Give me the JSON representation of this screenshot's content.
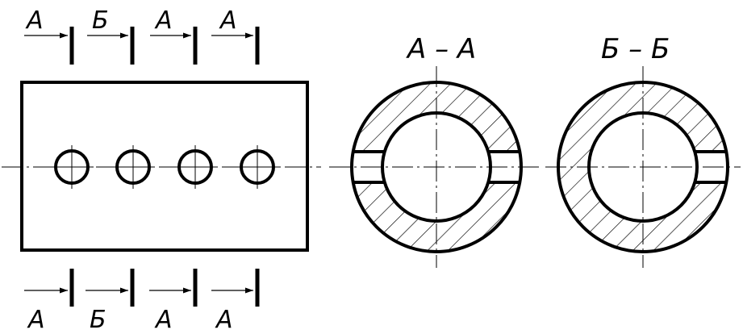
{
  "cut_labels": {
    "top": [
      "А",
      "Б",
      "А",
      "А"
    ],
    "bottom": [
      "А",
      "Б",
      "А",
      "А"
    ]
  },
  "sections": [
    {
      "title": "А – А",
      "type": "through-slot"
    },
    {
      "title": "Б – Б",
      "type": "one-sided-slot"
    }
  ],
  "colors": {
    "line": "#000000",
    "background": "#ffffff"
  }
}
